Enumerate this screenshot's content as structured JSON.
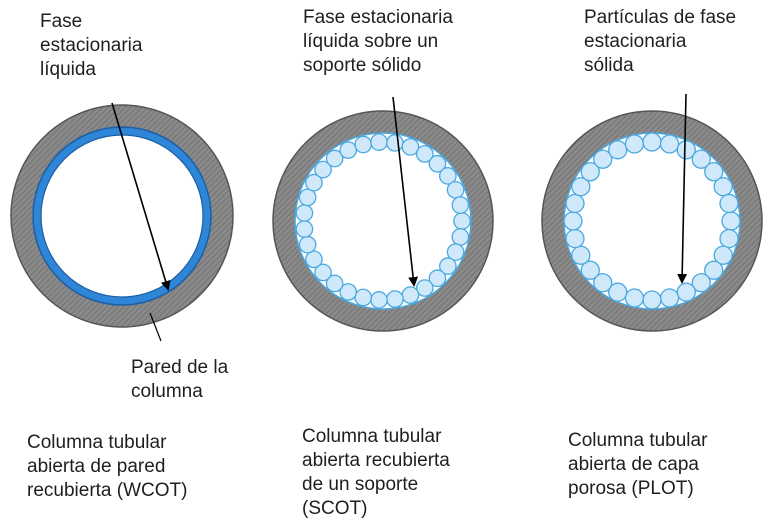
{
  "colors": {
    "wall": "#8a8a8a",
    "hatch": "#6e6e6e",
    "liquid_film": "#2f86d6",
    "liquid_film_dark": "#1b5fa6",
    "particle_fill": "#cfe9fb",
    "particle_stroke": "#4aa8e0",
    "arrow": "#000000"
  },
  "columns": [
    {
      "type": "wcot",
      "top_label": [
        "Fase",
        "estacionaria",
        "líquida"
      ],
      "wall_label": [
        "Pared de la",
        "columna"
      ],
      "caption": [
        "Columna tubular",
        "abierta de pared",
        "recubierta (WCOT)"
      ]
    },
    {
      "type": "scot",
      "top_label": [
        "Fase estacionaria",
        "líquida sobre un",
        "soporte sólido"
      ],
      "caption": [
        "Columna tubular",
        "abierta recubierta",
        "de un soporte",
        "(SCOT)"
      ]
    },
    {
      "type": "plot",
      "top_label": [
        "Partículas de fase",
        "estacionaria",
        "sólida"
      ],
      "caption": [
        "Columna tubular",
        "abierta de capa",
        "porosa (PLOT)"
      ]
    }
  ]
}
